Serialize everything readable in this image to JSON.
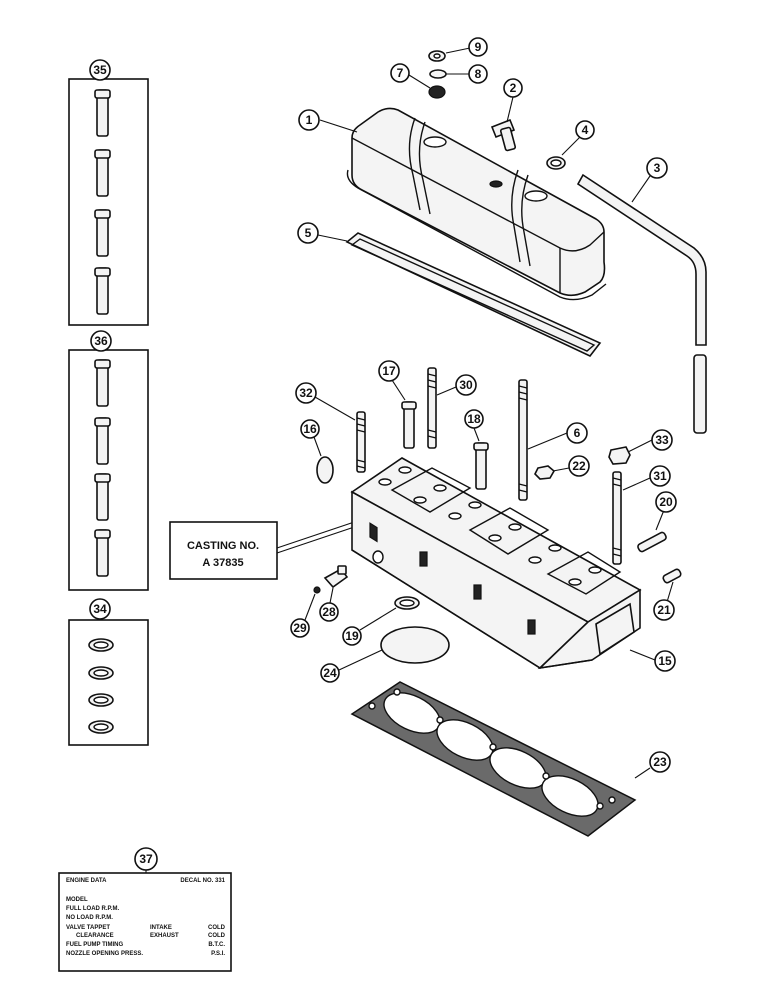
{
  "casting_tag": {
    "line1": "CASTING NO.",
    "line2": "A 37835"
  },
  "data_plate": {
    "heading": "ENGINE DATA",
    "serial": "DECAL NO. 331",
    "rows": [
      {
        "label": "MODEL",
        "mid": "",
        "right": ""
      },
      {
        "label": "FULL LOAD R.P.M.",
        "mid": "",
        "right": ""
      },
      {
        "label": "NO LOAD R.P.M.",
        "mid": "",
        "right": ""
      },
      {
        "label": "VALVE TAPPET",
        "mid": "INTAKE",
        "right": "COLD"
      },
      {
        "label": "CLEARANCE",
        "mid": "EXHAUST",
        "right": "COLD"
      },
      {
        "label": "FUEL PUMP TIMING",
        "mid": "",
        "right": "B.T.C."
      },
      {
        "label": "NOZZLE OPENING PRESS.",
        "mid": "",
        "right": "P.S.I."
      }
    ]
  },
  "callouts": {
    "c1": "1",
    "c2": "2",
    "c3": "3",
    "c4": "4",
    "c5": "5",
    "c6": "6",
    "c7": "7",
    "c8": "8",
    "c9": "9",
    "c15": "15",
    "c16": "16",
    "c17": "17",
    "c18": "18",
    "c19": "19",
    "c20": "20",
    "c21": "21",
    "c22": "22",
    "c23": "23",
    "c24": "24",
    "c28": "28",
    "c29": "29",
    "c30": "30",
    "c31": "31",
    "c32": "32",
    "c33": "33",
    "c34": "34",
    "c35": "35",
    "c36": "36",
    "c37": "37"
  }
}
